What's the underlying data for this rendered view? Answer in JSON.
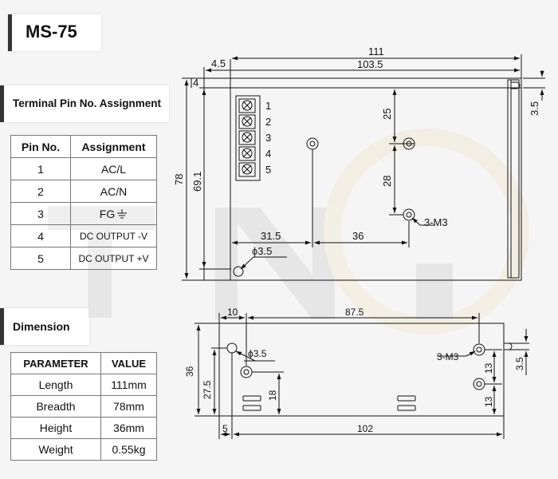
{
  "model": "MS-75",
  "terminal_section": {
    "title": "Terminal Pin No. Assignment",
    "headers": [
      "Pin No.",
      "Assignment"
    ],
    "rows": [
      [
        "1",
        "AC/L"
      ],
      [
        "2",
        "AC/N"
      ],
      [
        "3",
        "FG"
      ],
      [
        "4",
        "DC OUTPUT -V"
      ],
      [
        "5",
        "DC OUTPUT +V"
      ]
    ]
  },
  "dimension_section": {
    "title": "Dimension",
    "headers": [
      "PARAMETER",
      "VALUE"
    ],
    "rows": [
      [
        "Length",
        "111mm"
      ],
      [
        "Breadth",
        "78mm"
      ],
      [
        "Height",
        "36mm"
      ],
      [
        "Weight",
        "0.55kg"
      ]
    ]
  },
  "top_view": {
    "dims": {
      "overall_length": "111",
      "inner_length": "103.5",
      "left_offset": "4.5",
      "top_offset": "4",
      "right_hole_offset": "3.5",
      "height": "78",
      "inner_height": "69.1",
      "hole_x": "31.5",
      "hole_spacing": "36",
      "hole_top": "25",
      "hole_vertical": "28",
      "mount_thread": "3-M3",
      "hole_diameter": "ϕ3.5"
    },
    "pin_labels": [
      "1",
      "2",
      "3",
      "4",
      "5"
    ]
  },
  "side_view": {
    "dims": {
      "left_offset": "10",
      "hole_span": "87.5",
      "height": "36",
      "inner_height": "27.5",
      "hole_diameter": "ϕ3.5",
      "slot_height": "18",
      "mount_thread": "3-M3",
      "spacing_a": "13",
      "spacing_b": "13",
      "right_offset": "3.5",
      "bottom_left": "5",
      "bottom_span": "102"
    }
  }
}
